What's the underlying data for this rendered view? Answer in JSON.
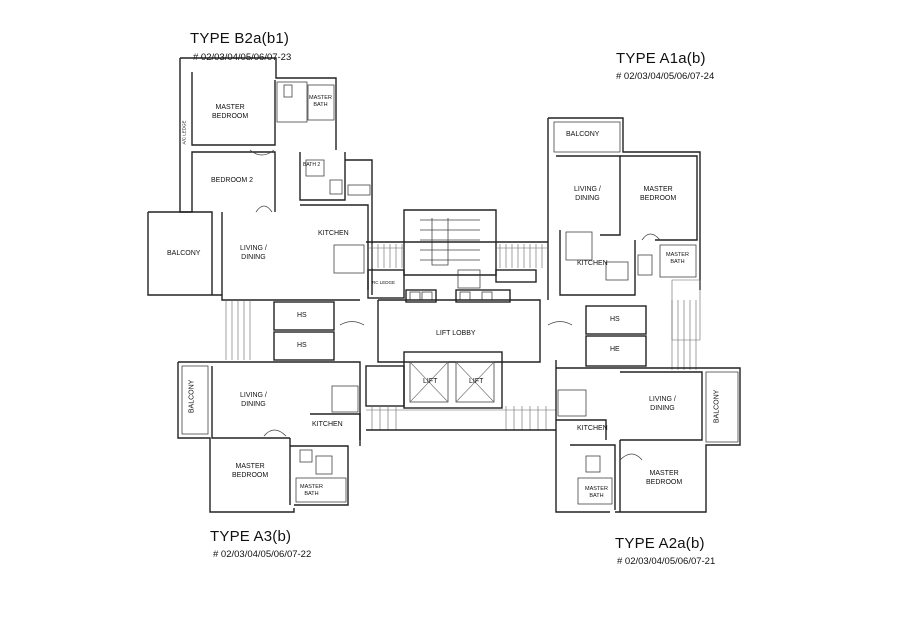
{
  "types": {
    "b2a": {
      "title": "TYPE B2a(b1)",
      "units": "# 02/03/04/05/06/07-23"
    },
    "a1a": {
      "title": "TYPE A1a(b)",
      "units": "# 02/03/04/05/06/07-24"
    },
    "a3": {
      "title": "TYPE A3(b)",
      "units": "# 02/03/04/05/06/07-22"
    },
    "a2a": {
      "title": "TYPE A2a(b)",
      "units": "# 02/03/04/05/06/07-21"
    }
  },
  "rooms": {
    "b2a_master_bedroom": "MASTER\nBEDROOM",
    "b2a_master_bath": "MASTER\nBATH",
    "b2a_bedroom2": "BEDROOM 2",
    "b2a_bath2": "BATH 2",
    "b2a_balcony": "BALCONY",
    "b2a_living": "LIVING /\nDINING",
    "b2a_kitchen": "KITCHEN",
    "a1a_balcony": "BALCONY",
    "a1a_living": "LIVING /\nDINING",
    "a1a_master_bedroom": "MASTER\nBEDROOM",
    "a1a_kitchen": "KITCHEN",
    "a1a_master_bath": "MASTER\nBATH",
    "hs1": "HS",
    "hs2": "HS",
    "hs3": "HS",
    "hs4": "HE",
    "lift_lobby": "LIFT LOBBY",
    "lift1": "LIFT",
    "lift2": "LIFT",
    "a3_balcony": "BALCONY",
    "a3_living": "LIVING /\nDINING",
    "a3_kitchen": "KITCHEN",
    "a3_master_bedroom": "MASTER\nBEDROOM",
    "a3_master_bath": "MASTER\nBATH",
    "a2a_living": "LIVING /\nDINING",
    "a2a_kitchen": "KITCHEN",
    "a2a_balcony": "BALCONY",
    "a2a_master_bedroom": "MASTER\nBEDROOM",
    "a2a_master_bath": "MASTER\nBATH"
  },
  "small_labels": {
    "ac_ledge": "A/C LEDGE",
    "rc_ledge": "RC LEDGE"
  }
}
